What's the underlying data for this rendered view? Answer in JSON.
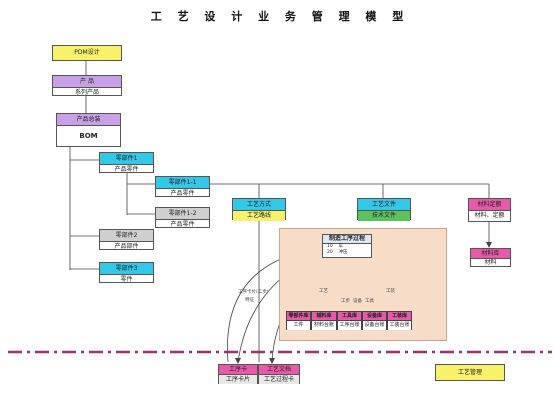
{
  "title": "工 艺 设 计 业 务 管 理 模 型",
  "pdm": "PDM设计",
  "product": {
    "header": "产 品",
    "body": "系列产品"
  },
  "product_bom": {
    "header": "产品总装",
    "body": "BOM"
  },
  "part1": {
    "header": "零部件1",
    "body": "产品零件"
  },
  "part1_1": {
    "header": "零部件1-1",
    "body": "产品零件"
  },
  "part1_2": {
    "header": "零部件1-2",
    "body": "产品零件"
  },
  "part2": {
    "header": "零部件2",
    "body": "产品部件"
  },
  "part3": {
    "header": "零部件3",
    "body": "零件"
  },
  "process_plan": {
    "header": "工艺方式",
    "body": "工艺路线"
  },
  "process_doc": {
    "header": "工艺文件",
    "body": "技术文件"
  },
  "material_quota": {
    "header": "材料定额",
    "body": "材料、定额"
  },
  "material_lib": {
    "header": "材料库",
    "body": "材料"
  },
  "process_card": {
    "header": "制造工序过程",
    "rows": [
      "10    车",
      "20    冲压"
    ]
  },
  "resources": [
    {
      "header": "零部件库",
      "body": "工件"
    },
    {
      "header": "辅料库",
      "body": "材料台账"
    },
    {
      "header": "工具库",
      "body": "工序台账"
    },
    {
      "header": "设备库",
      "body": "设备台账"
    },
    {
      "header": "工装库",
      "body": "工装台账"
    }
  ],
  "edge_labels": {
    "left_a": "工序卡片(工步)",
    "left_b": "特征",
    "c1": "工艺",
    "c2": "工步",
    "c3": "设备",
    "c4": "工具",
    "c5": "工装"
  },
  "routing_card": {
    "header": "工序卡",
    "body": "工序卡片"
  },
  "process_sheet": {
    "header": "工艺文档",
    "body": "工艺过程卡"
  },
  "process_mgmt": "工艺管理"
}
